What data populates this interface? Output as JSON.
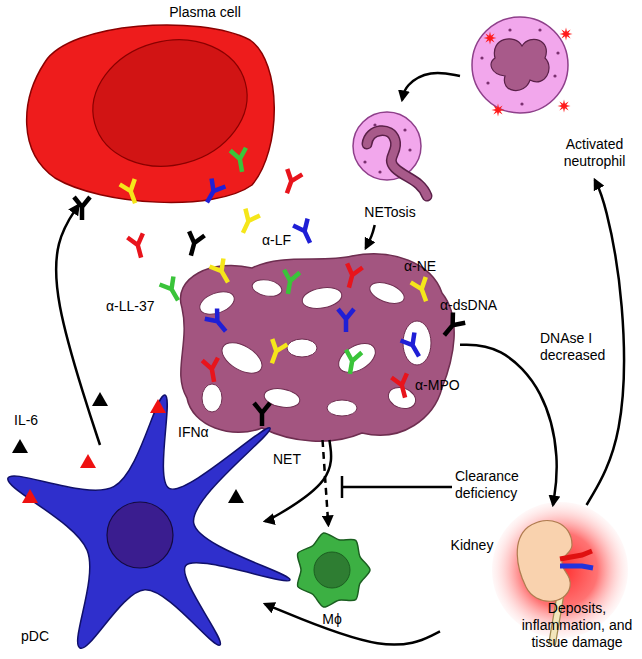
{
  "diagram": {
    "nodes": [
      {
        "text": [
          "Plasma cell"
        ]
      },
      {
        "text": [
          "Activated neutrophil"
        ]
      },
      {
        "text": [
          "NETosis"
        ]
      },
      {
        "text": [
          "NET"
        ]
      },
      {
        "text": [
          "pDC"
        ]
      },
      {
        "text": [
          "Mϕ"
        ]
      },
      {
        "text": [
          "Kidney",
          "Deposits, inflammation, and tissue damage"
        ]
      }
    ],
    "edges": [
      {
        "from": 1,
        "to": 2,
        "arrow": "to"
      },
      {
        "from": 2,
        "to": 3,
        "arrow": "to"
      },
      {
        "from": 4,
        "to": 0,
        "arrow": "to"
      },
      {
        "from": 3,
        "to": 4,
        "arrow": "to"
      },
      {
        "from": 3,
        "to": 5,
        "arrow": "to"
      },
      {
        "from": 3,
        "to": 6,
        "arrow": "to",
        "label": "DNAse I decreased"
      },
      {
        "from": 6,
        "to": 1,
        "arrow": "to"
      },
      {
        "from": 6,
        "to": 4,
        "arrow": "to"
      }
    ],
    "labels": [
      "α-LF",
      "α-NE",
      "α-dsDNA",
      "α-LL-37",
      "α-MPO",
      "Clearance deficiency",
      "IL-6",
      "IFNα"
    ]
  }
}
